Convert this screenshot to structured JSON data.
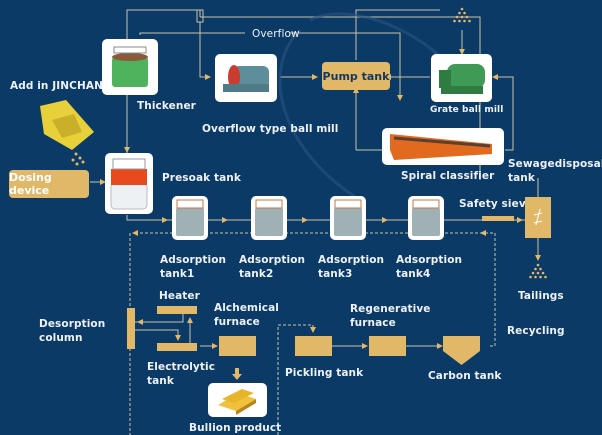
{
  "diagram": {
    "title_hint": "Gold CIP process flow",
    "colors": {
      "background": "#0c3a66",
      "accent_gold": "#e0b867",
      "line": "#c9c3a8",
      "text": "#eef2f6",
      "box_text": "#17375e"
    },
    "labels": {
      "overflow": "Overflow",
      "thickener": "Thickener",
      "add_in": "Add in JINCHAN",
      "overflow_ball_mill": "Overflow type ball mill",
      "pump_tank": "Pump tank",
      "grate_ball_mill": "Grate ball mill",
      "spiral_classifier": "Spiral classifier",
      "sewage_disposal_tank_1": "Sewagedisposal",
      "sewage_disposal_tank_2": "tank",
      "dosing_device": "Dosing device",
      "presoak_tank": "Presoak tank",
      "safety_sieve": "Safety sieve",
      "adsorption_tanks": [
        {
          "line1": "Adsorption",
          "line2": "tank1"
        },
        {
          "line1": "Adsorption",
          "line2": "tank2"
        },
        {
          "line1": "Adsorption",
          "line2": "tank3"
        },
        {
          "line1": "Adsorption",
          "line2": "tank4"
        }
      ],
      "tailings": "Tailings",
      "heater": "Heater",
      "alchemical_furnace_1": "Alchemical",
      "alchemical_furnace_2": "furnace",
      "regenerative_furnace_1": "Regenerative",
      "regenerative_furnace_2": "furnace",
      "desorption_column_1": "Desorption",
      "desorption_column_2": "column",
      "recycling": "Recycling",
      "electrolytic_tank_1": "Electrolytic",
      "electrolytic_tank_2": "tank",
      "pickling_tank": "Pickling tank",
      "carbon_tank": "Carbon tank",
      "bullion_product": "Bullion product"
    },
    "icons": {
      "thickener": "green-thickener-tank-image",
      "overflow_ball_mill": "ball-mill-image",
      "grate_ball_mill": "green-ball-mill-image",
      "spiral_classifier": "orange-spiral-classifier-image",
      "presoak_tank": "agitation-tank-image",
      "adsorption_tank": "adsorption-tank-image",
      "jinchan_bag": "yellow-reagent-bag-image",
      "ore_pile": "ore-pile-dots",
      "bullion": "gold-bars-image"
    }
  }
}
